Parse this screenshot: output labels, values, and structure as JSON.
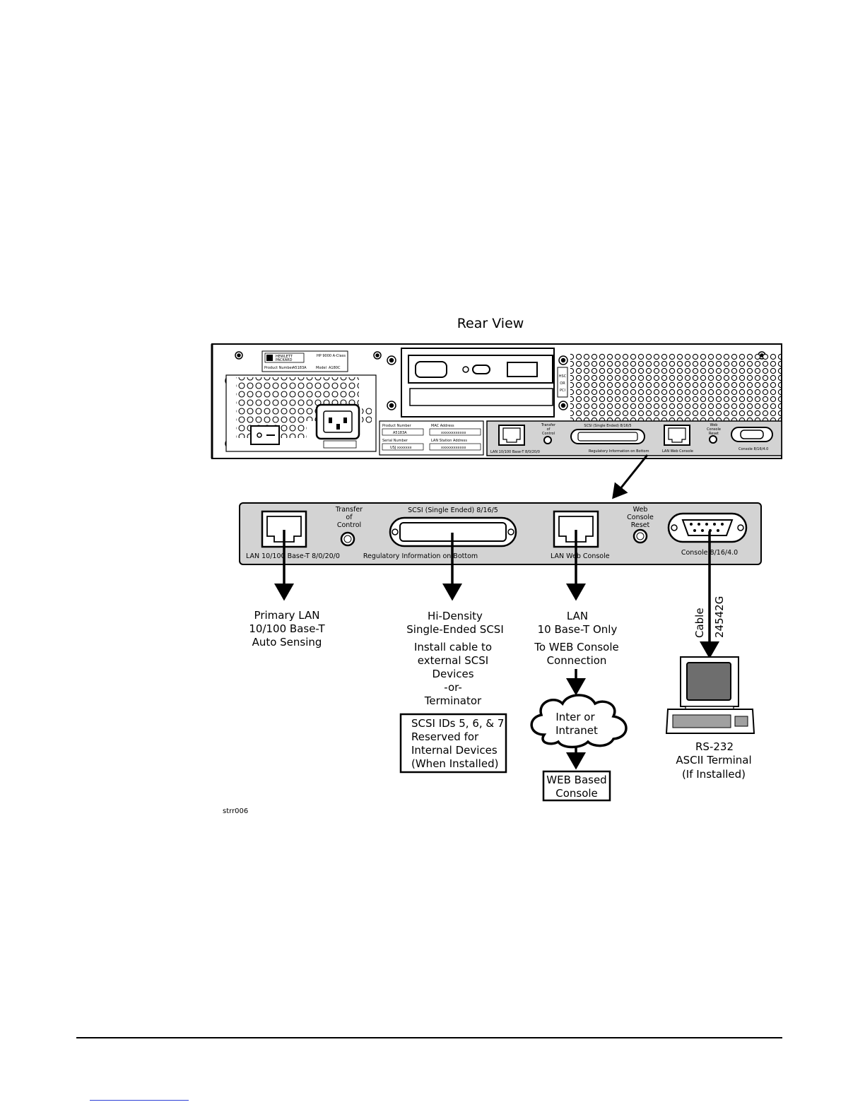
{
  "title": "Rear View",
  "figure_id": "strr006",
  "rear_panel": {
    "brand": [
      "HEWLETT",
      "PACKARD"
    ],
    "model_series": "HP 9000 A-Class",
    "product_number_label": "Product Number",
    "product_number": "A5183A",
    "model_label": "Model",
    "model": "A180C",
    "id_label": {
      "product_number_label": "Product Number",
      "product_number": "A5183A",
      "serial_number_label": "Serial Number",
      "serial_number": "USJ xxxxxxx",
      "mac_label": "MAC Address",
      "mac_value": "xxxxxxxxxxxx",
      "lan_station_label": "LAN Station Address",
      "lan_station_value": "xxxxxxxxxxxx"
    },
    "hsc_slot": [
      "HSC",
      "OR",
      "PCI"
    ],
    "small_labels": {
      "lan": "LAN 10/100 Base-T 8/0/20/0",
      "toc": [
        "Transfer",
        "of",
        "Control"
      ],
      "scsi": "SCSI (Single Ended) 8/16/5",
      "reg": "Regulatory Information on Bottom",
      "lan_web": "LAN Web Console",
      "web_reset": [
        "Web",
        "Console",
        "Reset"
      ],
      "console": "Console 8/16/4.0"
    }
  },
  "detail_panel": {
    "lan_label": "LAN 10/100 Base-T 8/0/20/0",
    "toc_label": [
      "Transfer",
      "of",
      "Control"
    ],
    "scsi_label": "SCSI (Single Ended) 8/16/5",
    "reg_label": "Regulatory Information on Bottom",
    "lan_web_label": "LAN Web Console",
    "web_reset_label": [
      "Web",
      "Console",
      "Reset"
    ],
    "console_label": "Console 8/16/4.0"
  },
  "callouts": {
    "primary_lan": [
      "Primary LAN",
      "10/100 Base-T",
      "Auto Sensing"
    ],
    "scsi": [
      "Hi-Density",
      "Single-Ended SCSI"
    ],
    "scsi_install": [
      "Install cable to",
      "external SCSI",
      "Devices",
      "-or-",
      "Terminator"
    ],
    "scsi_ids": [
      "SCSI IDs 5, 6, & 7",
      "Reserved for",
      "Internal Devices",
      "(When Installed)"
    ],
    "lan_web": [
      "LAN",
      "10 Base-T Only"
    ],
    "lan_web_to": [
      "To WEB Console",
      "Connection"
    ],
    "cloud": [
      "Inter or",
      "Intranet"
    ],
    "web_console": [
      "WEB Based",
      "Console"
    ],
    "cable": [
      "Cable",
      "24542G"
    ],
    "terminal": [
      "RS-232",
      "ASCII Terminal",
      "(If Installed)"
    ]
  }
}
